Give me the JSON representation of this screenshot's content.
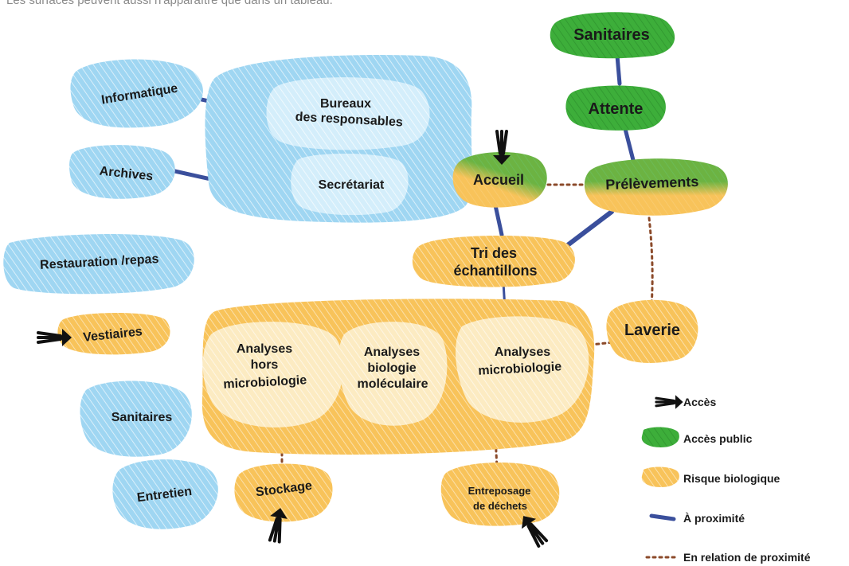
{
  "caption": "Les surfaces peuvent aussi n'apparaître que dans un tableau.",
  "colors": {
    "blue_zone": "#9fd6f2",
    "blue_inner": "#d4eefb",
    "green_zone": "#3dae3a",
    "orange_zone": "#f8c35a",
    "orange_inner": "#fcebc2",
    "proximity_line": "#3a4f9c",
    "relation_dots": "#8b4a2a",
    "arrow": "#111111"
  },
  "zones": {
    "informatique": "Informatique",
    "archives": "Archives",
    "restauration": "Restauration /repas",
    "vestiaires": "Vestiaires",
    "sanitaires_left": "Sanitaires",
    "entretien": "Entretien",
    "bureaux_line1": "Bureaux",
    "bureaux_line2": "des responsables",
    "secretariat": "Secrétariat",
    "accueil": "Accueil",
    "sanitaires_top": "Sanitaires",
    "attente": "Attente",
    "prelevements": "Prélèvements",
    "tri_line1": "Tri des",
    "tri_line2": "échantillons",
    "laverie": "Laverie",
    "analyses_hors_1": "Analyses",
    "analyses_hors_2": "hors",
    "analyses_hors_3": "microbiologie",
    "analyses_bio_1": "Analyses",
    "analyses_bio_2": "biologie",
    "analyses_bio_3": "moléculaire",
    "analyses_micro_1": "Analyses",
    "analyses_micro_2": "microbiologie",
    "stockage": "Stockage",
    "dechets_line1": "Entreposage",
    "dechets_line2": "de déchets"
  },
  "legend": {
    "acces": "Accès",
    "acces_public": "Accès public",
    "risque": "Risque biologique",
    "proximite": "À proximité",
    "relation": "En relation de proximité"
  },
  "icons": {
    "access_arrow": "access-arrow-icon"
  }
}
